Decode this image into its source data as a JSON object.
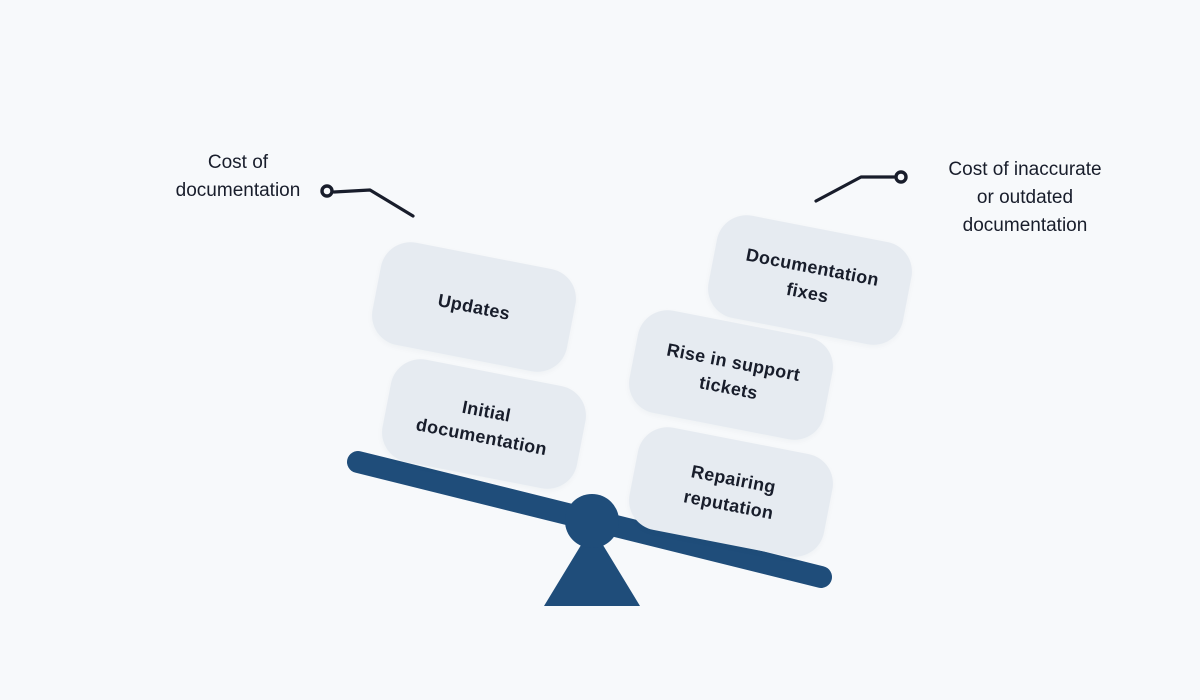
{
  "colors": {
    "bg": "#f7f9fb",
    "card": "#e6ebf1",
    "beam": "#1f4d7a",
    "ink": "#181d2b"
  },
  "labels": {
    "left": {
      "text": "Cost of documentation",
      "lines": [
        "Cost of",
        "documentation"
      ]
    },
    "right": {
      "text": "Cost of inaccurate or outdated documentation",
      "lines": [
        "Cost of inaccurate",
        "or outdated",
        "documentation"
      ]
    }
  },
  "cards": [
    {
      "side": "left",
      "text": "Updates",
      "lines": [
        "Updates"
      ]
    },
    {
      "side": "left",
      "text": "Initial documentation",
      "lines": [
        "Initial",
        "documentation"
      ]
    },
    {
      "side": "right",
      "text": "Documentation fixes",
      "lines": [
        "Documentation",
        "fixes"
      ]
    },
    {
      "side": "right",
      "text": "Rise in support tickets",
      "lines": [
        "Rise in support",
        "tickets"
      ]
    },
    {
      "side": "right",
      "text": "Repairing reputation",
      "lines": [
        "Repairing",
        "reputation"
      ]
    }
  ],
  "icons": {
    "seesaw": "seesaw-balance-icon",
    "left_dot": "connector-dot-icon",
    "right_dot": "connector-dot-icon"
  }
}
